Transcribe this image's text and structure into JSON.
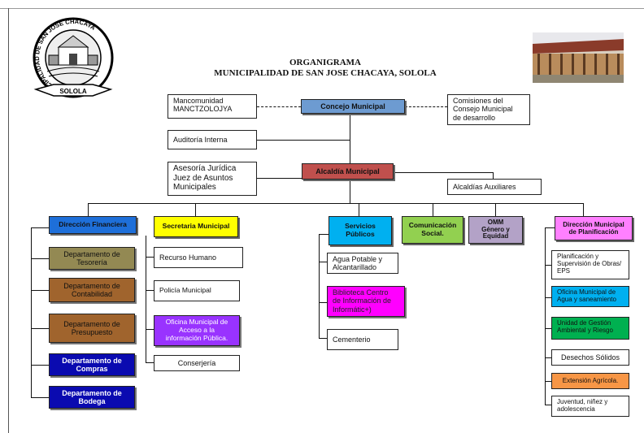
{
  "title": {
    "line1": "ORGANIGRAMA",
    "line2": "MUNICIPALIDAD DE SAN JOSE CHACAYA, SOLOLA"
  },
  "logo": {
    "ring_text": "MUNICIPALIDAD DE SAN JOSE CHACAYA",
    "ribbon_text": "SOLOLA"
  },
  "top": {
    "mancomunidad": [
      "Mancomunidad",
      "MANCTZOLOJYA"
    ],
    "concejo": "Concejo Municipal",
    "comisiones": [
      "Comisiones del",
      "Consejo Municipal",
      "de desarrollo"
    ],
    "auditoria": "Auditoría Interna",
    "asesoria": [
      "Asesoría Jurídica",
      "Juez de Asuntos",
      "Municipales"
    ],
    "alcaldia": "Alcaldía Municipal",
    "auxiliares": "Alcaldías Auxiliares"
  },
  "departments": {
    "financiera": {
      "header": "Dirección Financiera",
      "items": [
        [
          "Departamento de",
          "Tesorería"
        ],
        [
          "Departamento de",
          "Contabilidad"
        ],
        [
          "Departamento de",
          "Presupuesto"
        ],
        [
          "Departamento de",
          "Compras"
        ],
        [
          "Departamento de",
          "Bodega"
        ]
      ]
    },
    "secretaria": {
      "header": "Secretaria Municipal",
      "items": [
        "Recurso Humano",
        "Policía Municipal",
        [
          "Oficina Municipal  de",
          "Acceso a la",
          "información Pública."
        ],
        "Conserjería"
      ]
    },
    "servicios": {
      "header": [
        "Servicios",
        "Públicos"
      ],
      "items": [
        [
          "Agua Potable y",
          "Alcantarillado"
        ],
        [
          "Biblioteca Centro",
          "de Información de",
          "Informátic+)"
        ],
        "Cementerio"
      ]
    },
    "comunicacion": [
      "Comunicación",
      "Social."
    ],
    "omm": [
      "OMM",
      "Género y",
      "Equidad"
    ],
    "planificacion": {
      "header": [
        "Dirección Municipal",
        "de Planificación"
      ],
      "items": [
        [
          "Planificación y",
          "Supervisión de Obras/",
          "EPS"
        ],
        [
          "Oficina Municipal  de",
          "Agua y saneamiento"
        ],
        [
          "Unidad de Gestión",
          "Ambiental y Riesgo"
        ],
        "Desechos Sólidos",
        "Extensión Agrícola.",
        [
          "Juventud, niñez y",
          "adolescencia"
        ]
      ]
    }
  },
  "colors": {
    "concejo": "#6d9bd1",
    "alcaldia": "#c0504d",
    "financiera": "#1e6fd9",
    "financiera_item": "#938953",
    "financiera_brown": "#a0642d",
    "financiera_blue": "#0a0ab0",
    "secretaria": "#ffff00",
    "secretaria_purple": "#9933ff",
    "servicios": "#00b0f0",
    "servicios_magenta": "#ff00ff",
    "comunicacion": "#92d050",
    "omm": "#b3a2c7",
    "planificacion": "#ff80ff",
    "plan_cyan": "#00b0f0",
    "plan_green": "#00b050",
    "plan_orange": "#f79646"
  }
}
